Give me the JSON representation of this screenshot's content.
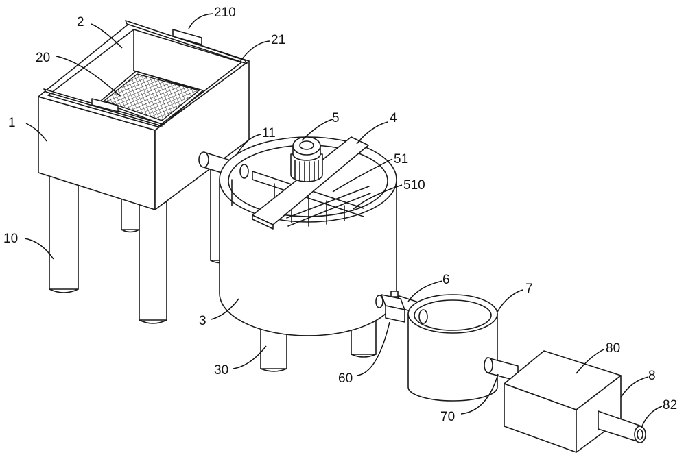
{
  "labels": {
    "l1": "1",
    "l2": "2",
    "l210": "210",
    "l21": "21",
    "l20": "20",
    "l10": "10",
    "l11": "11",
    "l5": "5",
    "l4": "4",
    "l51": "51",
    "l510": "510",
    "l3": "3",
    "l30": "30",
    "l6": "6",
    "l60": "60",
    "l7": "7",
    "l70": "70",
    "l80": "80",
    "l8": "8",
    "l82": "82"
  }
}
